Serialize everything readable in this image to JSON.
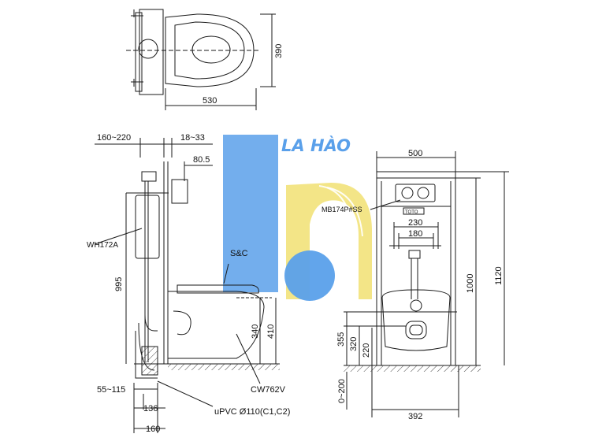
{
  "colors": {
    "line": "#1a1a1a",
    "logo_blue": "#5aa0ea",
    "logo_yellow": "#f2e27a"
  },
  "logo": {
    "text": "LA HÀO"
  },
  "top_view": {
    "depth": "390",
    "width": "530"
  },
  "side_view": {
    "wall_depth": "160~220",
    "panel_gap": "18~33",
    "plate_offset": "80.5",
    "tank_model": "WH172A",
    "seat_label": "S&C",
    "height_995": "995",
    "height_340": "340",
    "height_410": "410",
    "offset_range": "55~115",
    "pipe_136": "136",
    "pipe_160": "160",
    "toilet_model": "CW762V",
    "pipe_label": "uPVC Ø110(C1,C2)"
  },
  "front_view": {
    "frame_width": "500",
    "flush_plate": "MB174P#SS",
    "brand": "TOTO",
    "width_230": "230",
    "width_180": "180",
    "height_1000": "1000",
    "height_1120": "1120",
    "height_355": "355",
    "height_320": "320",
    "height_220": "220",
    "floor_range": "0~200",
    "base_width": "392"
  }
}
